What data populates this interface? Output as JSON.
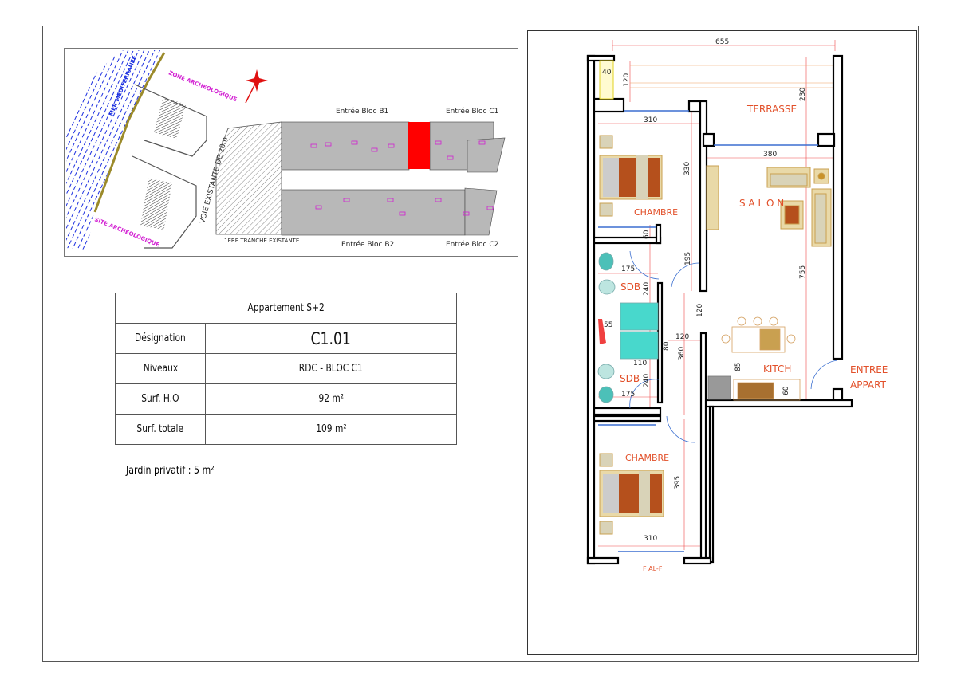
{
  "site_plan": {
    "sea_label": "MER MEDITERRANEE",
    "zone_label": "ZONE ARCHEOLOGIQUE",
    "site_label": "SITE ARCHEOLOGIQUE",
    "road_label": "VOIE EXISTANTE DE 20m",
    "existing_label": "1ERE TRANCHE EXISTANTE",
    "entrances": [
      "Entrée Bloc B1",
      "Entrée Bloc C1",
      "Entrée Bloc B2",
      "Entrée Bloc C2"
    ],
    "highlight_color": "#ff0000"
  },
  "summary_table": {
    "title": "Appartement S+2",
    "rows": [
      {
        "label": "Désignation",
        "value": "C1.01"
      },
      {
        "label": "Niveaux",
        "value": "RDC - BLOC C1"
      },
      {
        "label": "Surf. H.O",
        "value": "92 m²"
      },
      {
        "label": "Surf. totale",
        "value": "109 m²"
      }
    ]
  },
  "garden_note": "Jardin privatif : 5 m²",
  "floor_plan": {
    "rooms": {
      "terrace": "TERRASSE",
      "bedroom1": "CHAMBRE",
      "living": "S A L O N",
      "bath1": "SDB",
      "bath2": "SDB",
      "kitchen": "KITCH",
      "entrance1": "ENTREE",
      "entrance2": "APPART",
      "bedroom2": "CHAMBRE",
      "facade": "F AL-F"
    },
    "dimensions": [
      "655",
      "40",
      "120",
      "230",
      "310",
      "380",
      "330",
      "60",
      "175",
      "195",
      "240",
      "120",
      "55",
      "120",
      "80",
      "360",
      "110",
      "240",
      "175",
      "85",
      "60",
      "755",
      "395",
      "310"
    ]
  }
}
